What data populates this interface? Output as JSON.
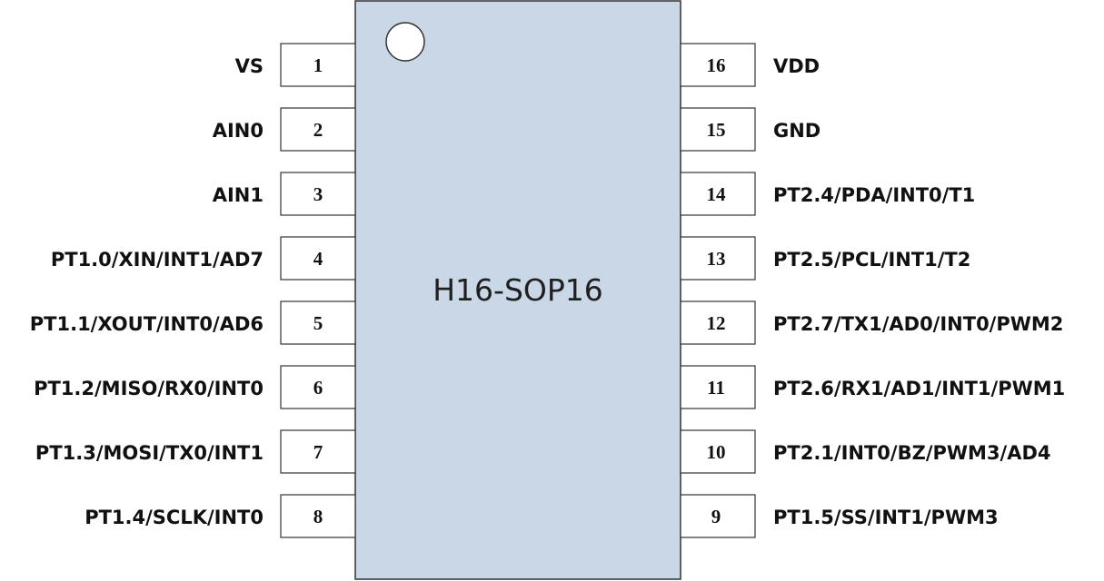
{
  "chip": {
    "name": "H16-SOP16",
    "body_color": "#c9d7e6",
    "outline_color": "#333333"
  },
  "pins": {
    "left": [
      {
        "number": "1",
        "label": "VS"
      },
      {
        "number": "2",
        "label": "AIN0"
      },
      {
        "number": "3",
        "label": "AIN1"
      },
      {
        "number": "4",
        "label": "PT1.0/XIN/INT1/AD7"
      },
      {
        "number": "5",
        "label": "PT1.1/XOUT/INT0/AD6"
      },
      {
        "number": "6",
        "label": "PT1.2/MISO/RX0/INT0"
      },
      {
        "number": "7",
        "label": "PT1.3/MOSI/TX0/INT1"
      },
      {
        "number": "8",
        "label": "PT1.4/SCLK/INT0"
      }
    ],
    "right": [
      {
        "number": "16",
        "label": "VDD"
      },
      {
        "number": "15",
        "label": "GND"
      },
      {
        "number": "14",
        "label": "PT2.4/PDA/INT0/T1"
      },
      {
        "number": "13",
        "label": "PT2.5/PCL/INT1/T2"
      },
      {
        "number": "12",
        "label": "PT2.7/TX1/AD0/INT0/PWM2"
      },
      {
        "number": "11",
        "label": "PT2.6/RX1/AD1/INT1/PWM1"
      },
      {
        "number": "10",
        "label": "PT2.1/INT0/BZ/PWM3/AD4"
      },
      {
        "number": "9",
        "label": "PT1.5/SS/INT1/PWM3"
      }
    ]
  }
}
